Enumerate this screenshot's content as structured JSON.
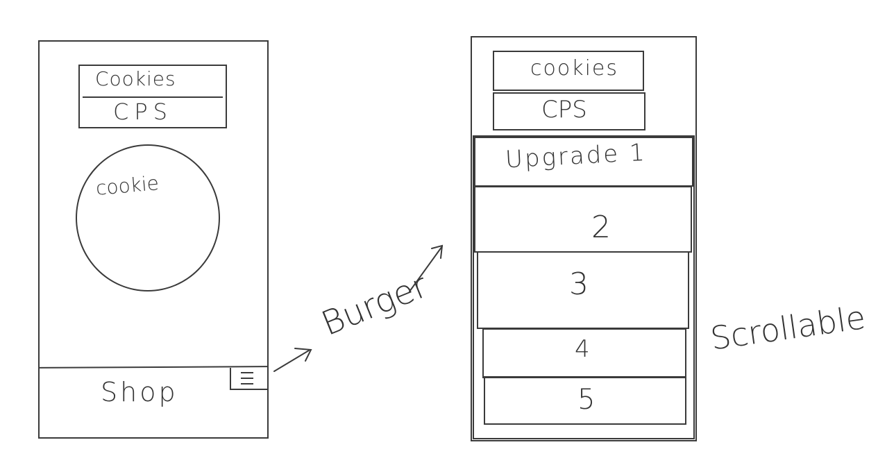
{
  "left_screen": {
    "stats": {
      "cookies_label": "Cookies",
      "cps_label": "CPS"
    },
    "cookie_label": "cookie",
    "shop_label": "Shop"
  },
  "annotations": {
    "burger_label": "Burger",
    "scrollable_label": "Scrollable"
  },
  "right_screen": {
    "stats": {
      "cookies_label": "cookies",
      "cps_label": "CPS"
    },
    "upgrades": [
      "Upgrade 1",
      "2",
      "3",
      "4",
      "5"
    ]
  }
}
